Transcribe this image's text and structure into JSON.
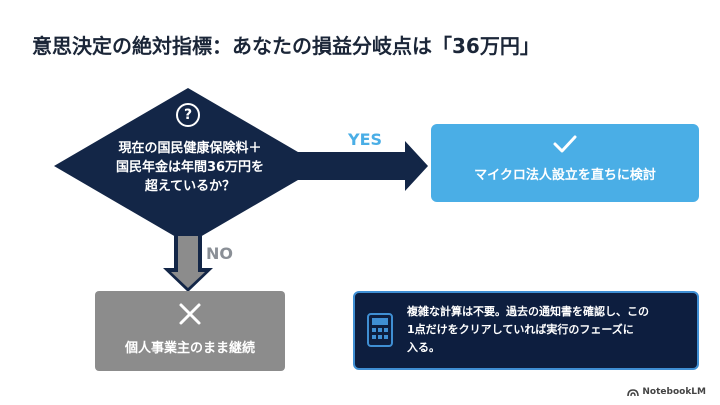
{
  "title": "意思決定の絶対指標：あなたの損益分岐点は「36万円」",
  "decision": {
    "icon": "question-icon",
    "line1": "現在の国民健康保険料＋",
    "line2": "国民年金は年間36万円を",
    "line3": "超えているか？"
  },
  "yes_label": "YES",
  "no_label": "NO",
  "yes_result": {
    "icon": "check-icon",
    "text": "マイクロ法人設立を直ちに検討"
  },
  "no_result": {
    "icon": "cross-icon",
    "text": "個人事業主のまま継続"
  },
  "note": {
    "icon": "calculator-icon",
    "line1": "複雑な計算は不要。過去の通知書を確認し、この",
    "line2": "1点だけをクリアしていれば実行のフェーズに",
    "line3": "入る。"
  },
  "brand": "NotebookLM",
  "colors": {
    "decision": "#132647",
    "yes": "#4aaee6",
    "no": "#8c8c8c",
    "note_bg": "#0d1e3f",
    "note_border": "#3f8fd4"
  }
}
